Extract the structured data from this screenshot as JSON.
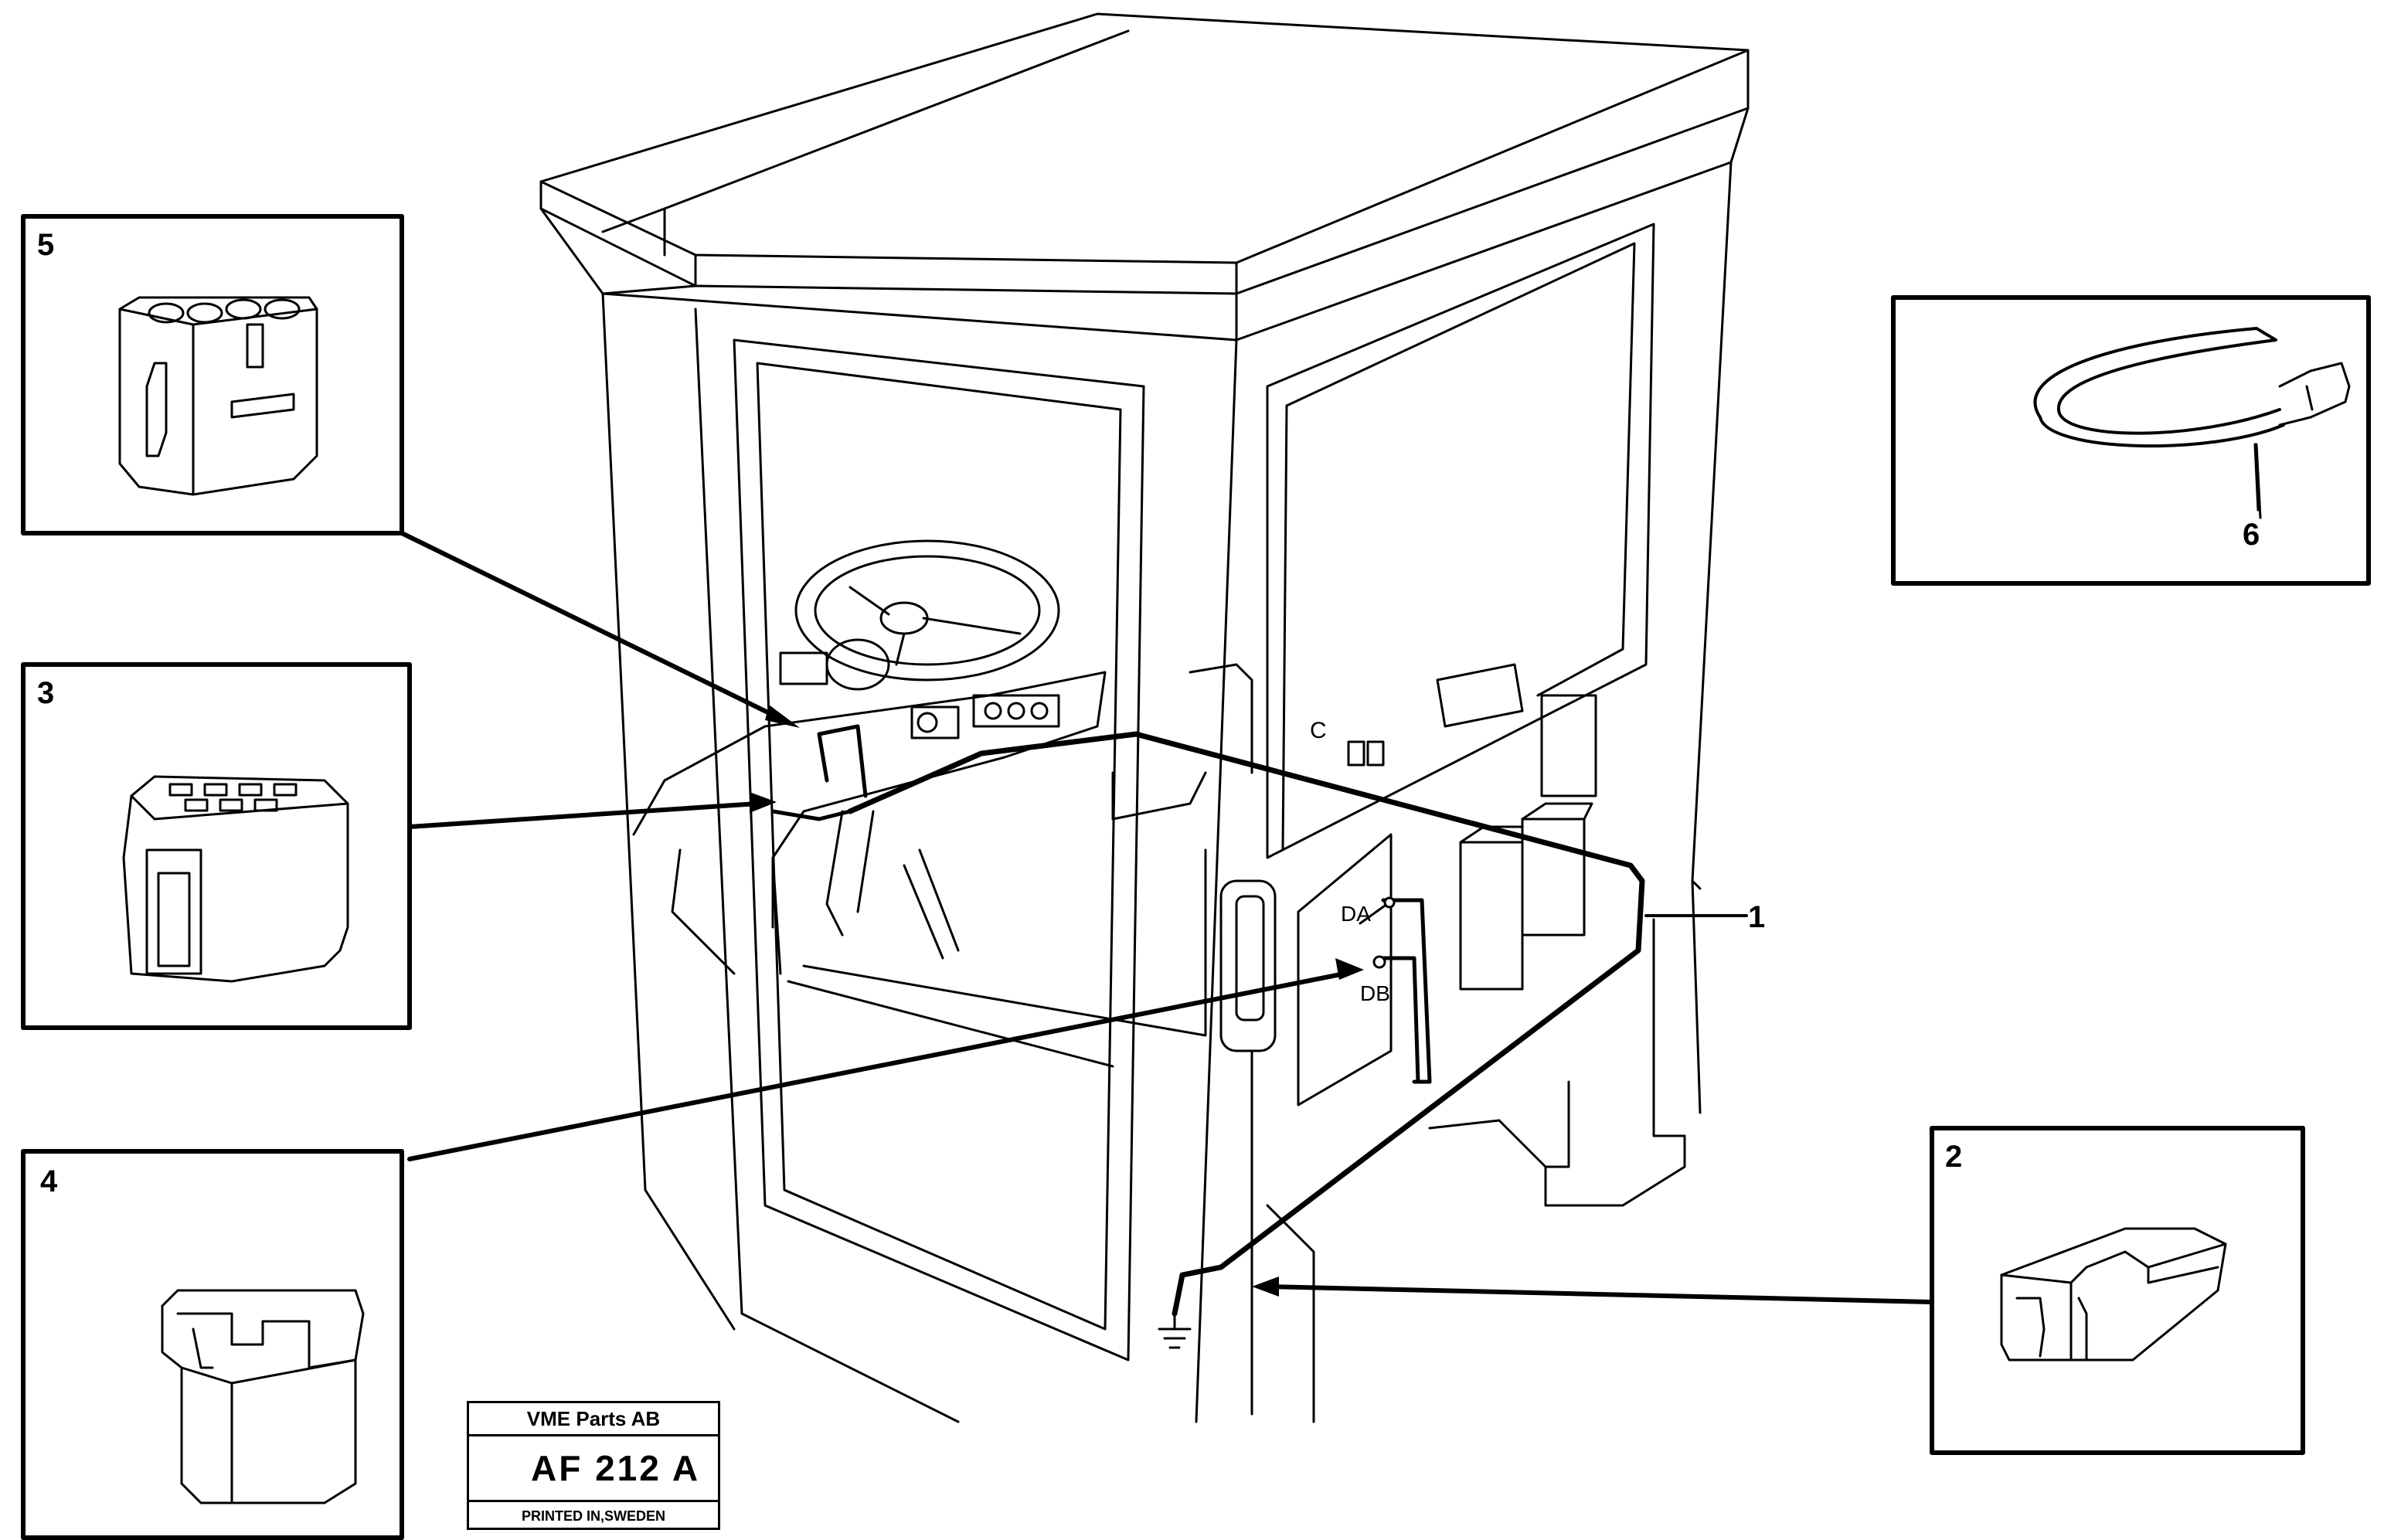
{
  "callouts": [
    {
      "id": "1",
      "label": "1"
    },
    {
      "id": "2",
      "label": "2"
    },
    {
      "id": "3",
      "label": "3"
    },
    {
      "id": "4",
      "label": "4"
    },
    {
      "id": "5",
      "label": "5"
    },
    {
      "id": "6",
      "label": "6"
    }
  ],
  "panel_labels": {
    "da": "DA",
    "db": "DB"
  },
  "title_block": {
    "company": "VME Parts AB",
    "code": "AF 212 A",
    "printed": "PRINTED IN,SWEDEN"
  }
}
